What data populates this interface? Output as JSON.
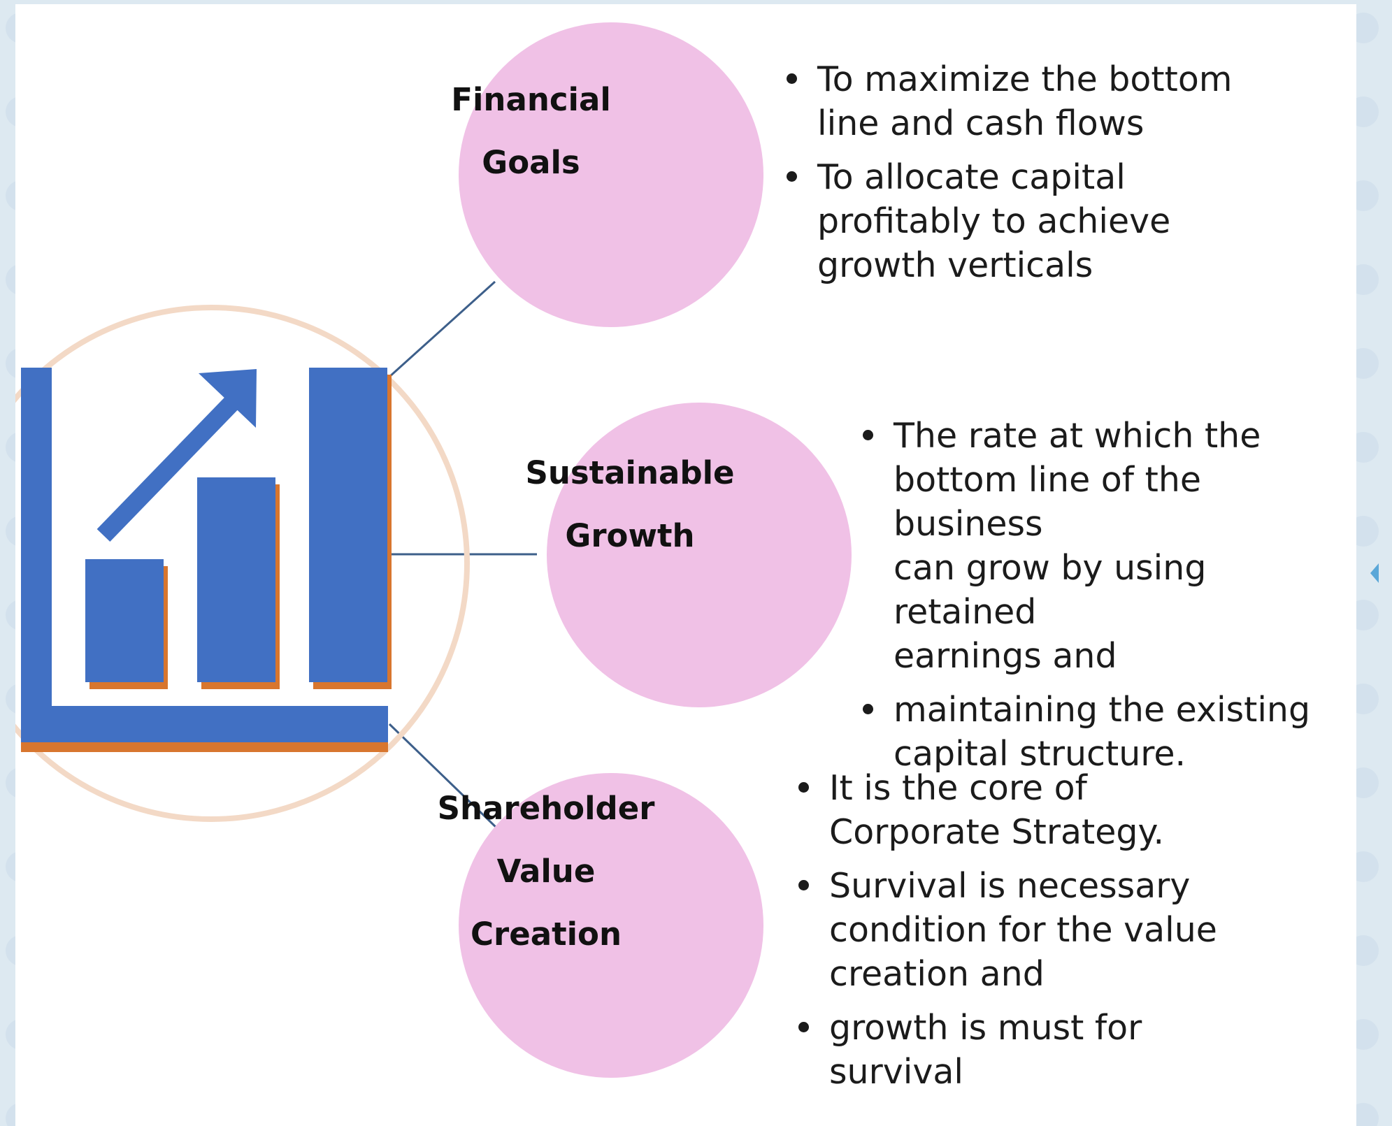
{
  "colors": {
    "page_background": "#dde9f1",
    "card_background": "#ffffff",
    "goal_circle_fill": "#f0c1e6",
    "icon_blue": "#4170c3",
    "icon_shadow_orange": "#d8762e",
    "icon_ring": "#f3d9c6",
    "connector_line": "#3d5f8a",
    "text": "#1b1b1b"
  },
  "icon": {
    "name": "growth-chart-icon",
    "bar_levels": [
      0.39,
      0.65,
      1.0
    ],
    "arrow_direction": "up-right"
  },
  "goals": [
    {
      "title": [
        "Financial",
        "Goals"
      ],
      "bullets": [
        "To maximize the bottom\nline and cash flows",
        "To allocate capital\nprofitably to achieve\ngrowth verticals"
      ]
    },
    {
      "title": [
        "Sustainable",
        "Growth"
      ],
      "bullets": [
        " The rate at which the\nbottom line of the business\ncan grow by using retained\nearnings and",
        "maintaining the existing\ncapital structure."
      ]
    },
    {
      "title": [
        "Shareholder",
        "Value",
        "Creation"
      ],
      "bullets": [
        " It is the core of\nCorporate Strategy.",
        "Survival is necessary\ncondition for the value\ncreation and",
        "growth is must for\nsurvival"
      ]
    }
  ]
}
